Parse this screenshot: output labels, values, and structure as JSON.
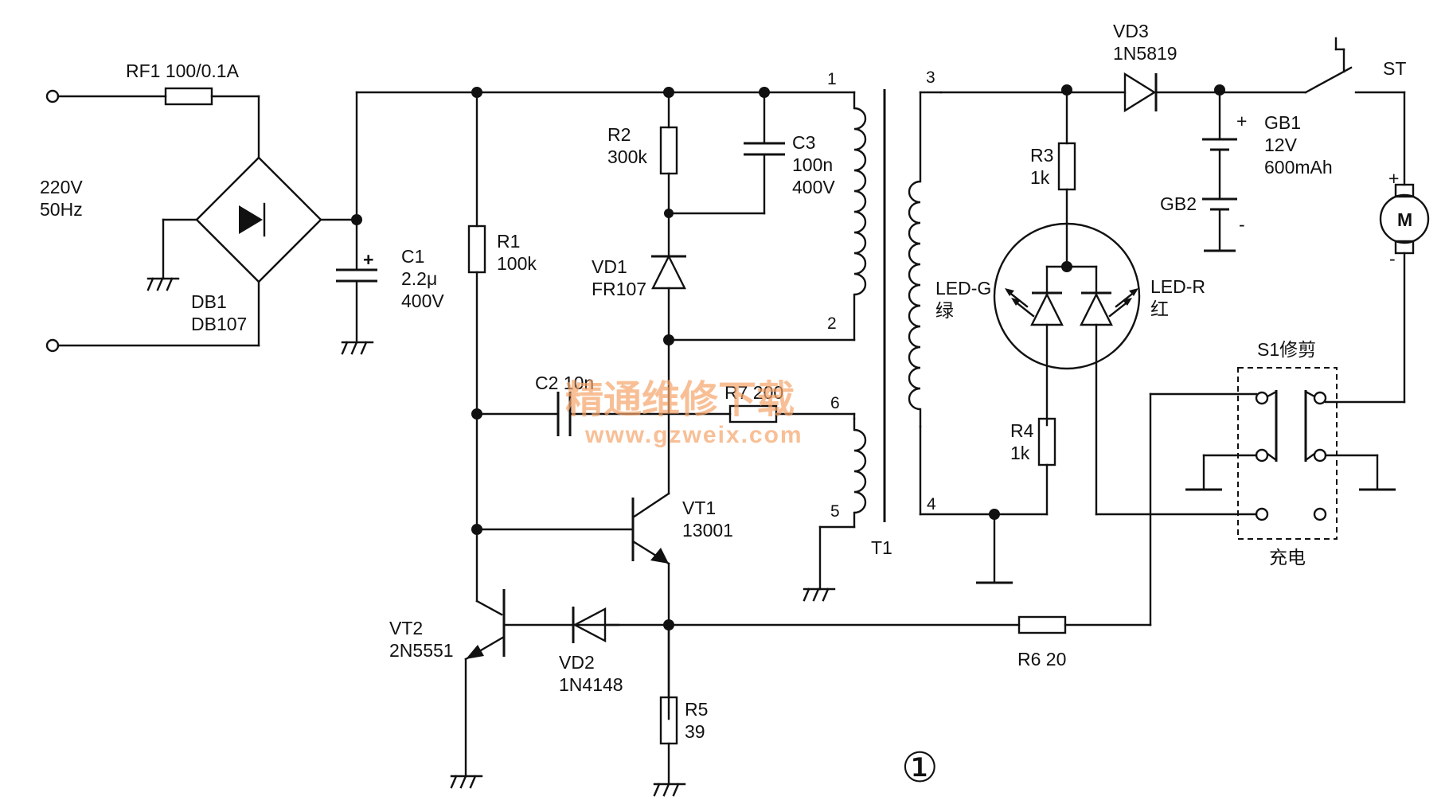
{
  "labels": {
    "ac_in": [
      "220V",
      "50Hz"
    ],
    "rf1": "RF1  100/0.1A",
    "db1": [
      "DB1",
      "DB107"
    ],
    "c1": [
      "C1",
      "2.2μ",
      "400V"
    ],
    "r1": [
      "R1",
      "100k"
    ],
    "r2": [
      "R2",
      "300k"
    ],
    "c3": [
      "C3",
      "100n",
      "400V"
    ],
    "vd1": [
      "VD1",
      "FR107"
    ],
    "c2": "C2  10n",
    "r7": "R7  200",
    "vt1": [
      "VT1",
      "13001"
    ],
    "vt2": [
      "VT2",
      "2N5551"
    ],
    "vd2": [
      "VD2",
      "1N4148"
    ],
    "r5": [
      "R5",
      "39"
    ],
    "r6": "R6  20",
    "t1": "T1",
    "pins": [
      "1",
      "2",
      "3",
      "4",
      "5",
      "6"
    ],
    "vd3": [
      "VD3",
      "1N5819"
    ],
    "r3": [
      "R3",
      "1k"
    ],
    "r4": [
      "R4",
      "1k"
    ],
    "led_g": [
      "LED-G",
      "绿"
    ],
    "led_r": [
      "LED-R",
      "红"
    ],
    "gb1": [
      "GB1",
      "12V",
      "600mAh"
    ],
    "gb2": "GB2",
    "st": "ST",
    "motor": "M",
    "s1": "S1修剪",
    "charge": "充电",
    "fig_no": "①",
    "plus": "+",
    "minus": "-"
  },
  "watermark": {
    "title": "精通维修下载",
    "url": "www.gzweix.com"
  }
}
